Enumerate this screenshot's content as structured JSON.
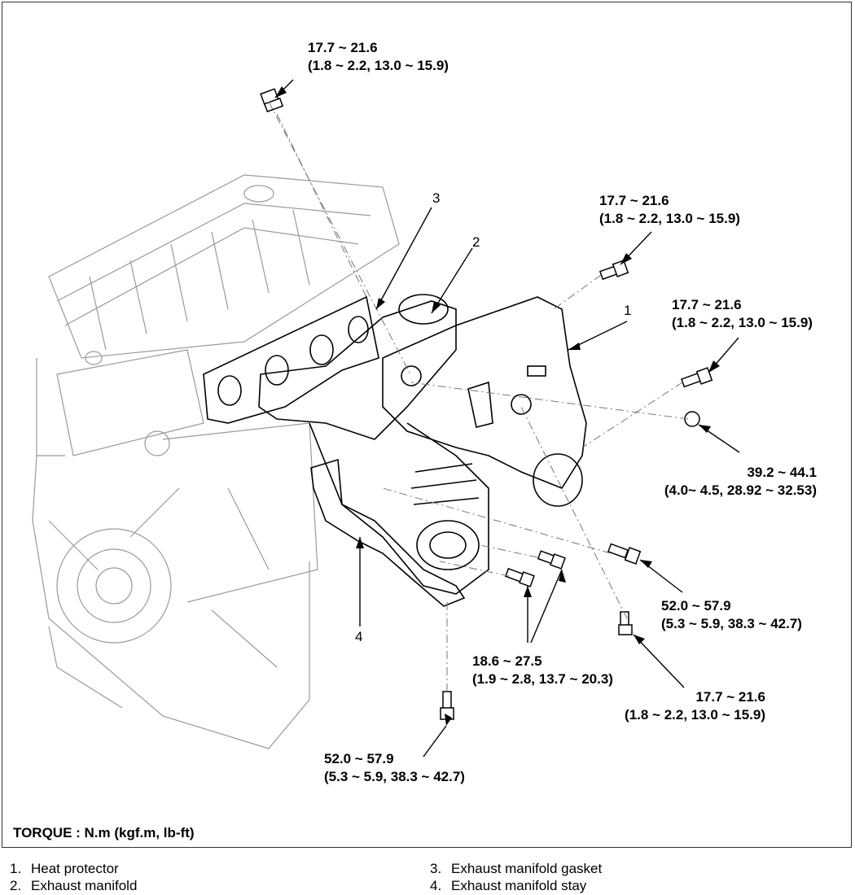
{
  "callouts": [
    {
      "id": "c1",
      "torque": "17.7 ~ 21.6",
      "converted": "(1.8 ~ 2.2, 13.0 ~ 15.9)"
    },
    {
      "id": "c2",
      "torque": "17.7 ~ 21.6",
      "converted": "(1.8 ~ 2.2, 13.0 ~ 15.9)"
    },
    {
      "id": "c3",
      "torque": "17.7 ~ 21.6",
      "converted": "(1.8 ~ 2.2, 13.0 ~ 15.9)"
    },
    {
      "id": "c4",
      "torque": "39.2 ~ 44.1",
      "converted": "(4.0~ 4.5, 28.92 ~ 32.53)"
    },
    {
      "id": "c5",
      "torque": "52.0 ~ 57.9",
      "converted": "(5.3 ~ 5.9, 38.3 ~ 42.7)"
    },
    {
      "id": "c6",
      "torque": "18.6 ~ 27.5",
      "converted": "(1.9 ~ 2.8, 13.7 ~ 20.3)"
    },
    {
      "id": "c7",
      "torque": "17.7 ~ 21.6",
      "converted": "(1.8 ~ 2.2, 13.0 ~ 15.9)"
    },
    {
      "id": "c8",
      "torque": "52.0 ~ 57.9",
      "converted": "(5.3 ~ 5.9, 38.3 ~ 42.7)"
    }
  ],
  "part_numbers": [
    "1",
    "2",
    "3",
    "4"
  ],
  "torque_unit_label": "TORQUE : N.m (kgf.m, lb-ft)",
  "legend": [
    {
      "num": "1.",
      "name": "Heat protector"
    },
    {
      "num": "2.",
      "name": "Exhaust manifold"
    },
    {
      "num": "3.",
      "name": "Exhaust manifold gasket"
    },
    {
      "num": "4.",
      "name": "Exhaust manifold stay"
    }
  ]
}
